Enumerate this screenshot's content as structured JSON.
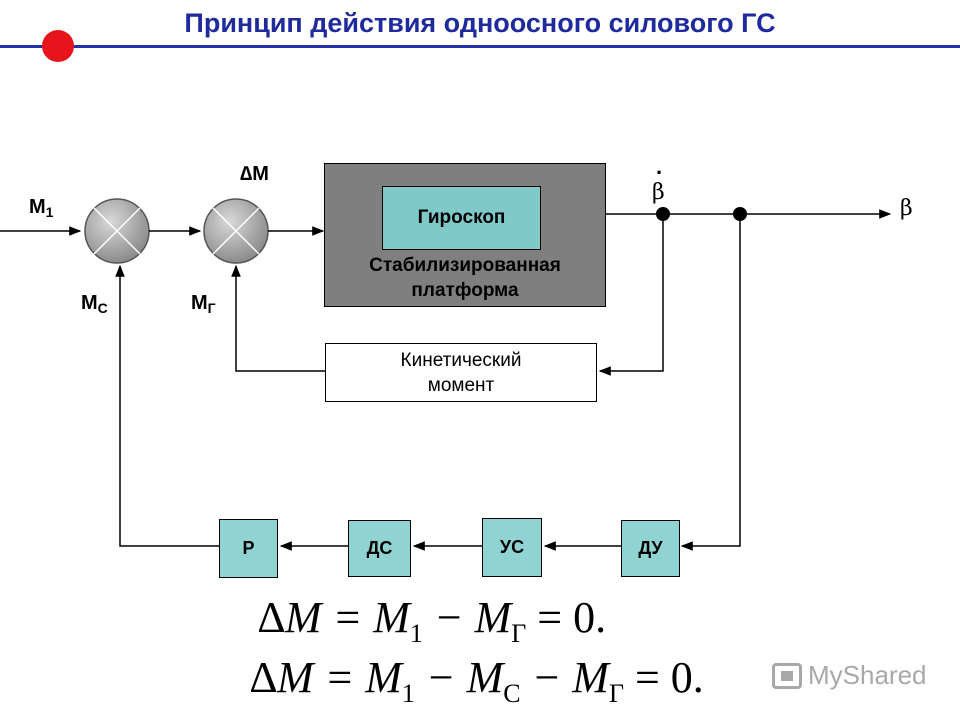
{
  "title": "Принцип действия одноосного силового ГС",
  "labels": {
    "m1": "M",
    "m1_sub": "1",
    "delta_m": "∆M",
    "mc": "M",
    "mc_sub": "C",
    "mg": "M",
    "mg_sub": "Г",
    "beta_dot": "β",
    "beta_dot_mark": ".",
    "beta_out": "β"
  },
  "blocks": {
    "gyroscope": "Гироскоп",
    "platform_line1": "Стабилизированная",
    "platform_line2": "платформа",
    "kinetic_line1": "Кинетический",
    "kinetic_line2": "момент",
    "p": "Р",
    "ds": "ДС",
    "us": "УС",
    "du": "ДУ"
  },
  "equations": {
    "eq1": {
      "delta": "∆M = M",
      "s1": "1",
      "mid": " − M",
      "s2": "Г",
      "end": " = 0."
    },
    "eq2": {
      "delta": "∆M = M",
      "s1": "1",
      "mid1": " − M",
      "s2": "C",
      "mid2": " − M",
      "s3": "Г",
      "end": " = 0."
    }
  },
  "watermark": "MyShared",
  "colors": {
    "title": "#1f2a9c",
    "rule": "#2330a8",
    "red_dot": "#e8141c",
    "gyro": "#7fc9c9",
    "platform": "#7f7f7f",
    "small_blocks": "#8fd3d3",
    "summer": "#a6a6a6"
  }
}
